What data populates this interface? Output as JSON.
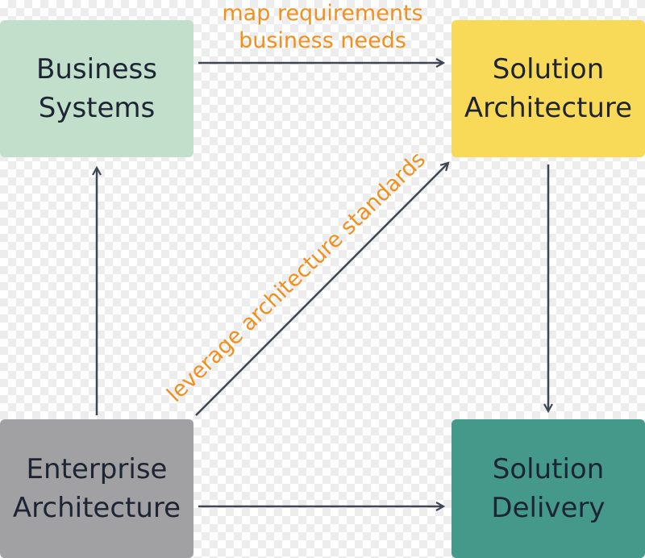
{
  "boxes": {
    "business_systems": {
      "line1": "Business",
      "line2": "Systems",
      "color": "#c2dfcb"
    },
    "solution_architecture": {
      "line1": "Solution",
      "line2": "Architecture",
      "color": "#f9d958"
    },
    "enterprise_architecture": {
      "line1": "Enterprise",
      "line2": "Architecture",
      "color": "#a1a1a4"
    },
    "solution_delivery": {
      "line1": "Solution",
      "line2": "Delivery",
      "color": "#45998b"
    }
  },
  "labels": {
    "top_line1": "map requirements",
    "top_line2": "business needs",
    "diagonal": "leverage architecture standards",
    "color": "#f0901e"
  },
  "arrow_color": "#3e4656"
}
